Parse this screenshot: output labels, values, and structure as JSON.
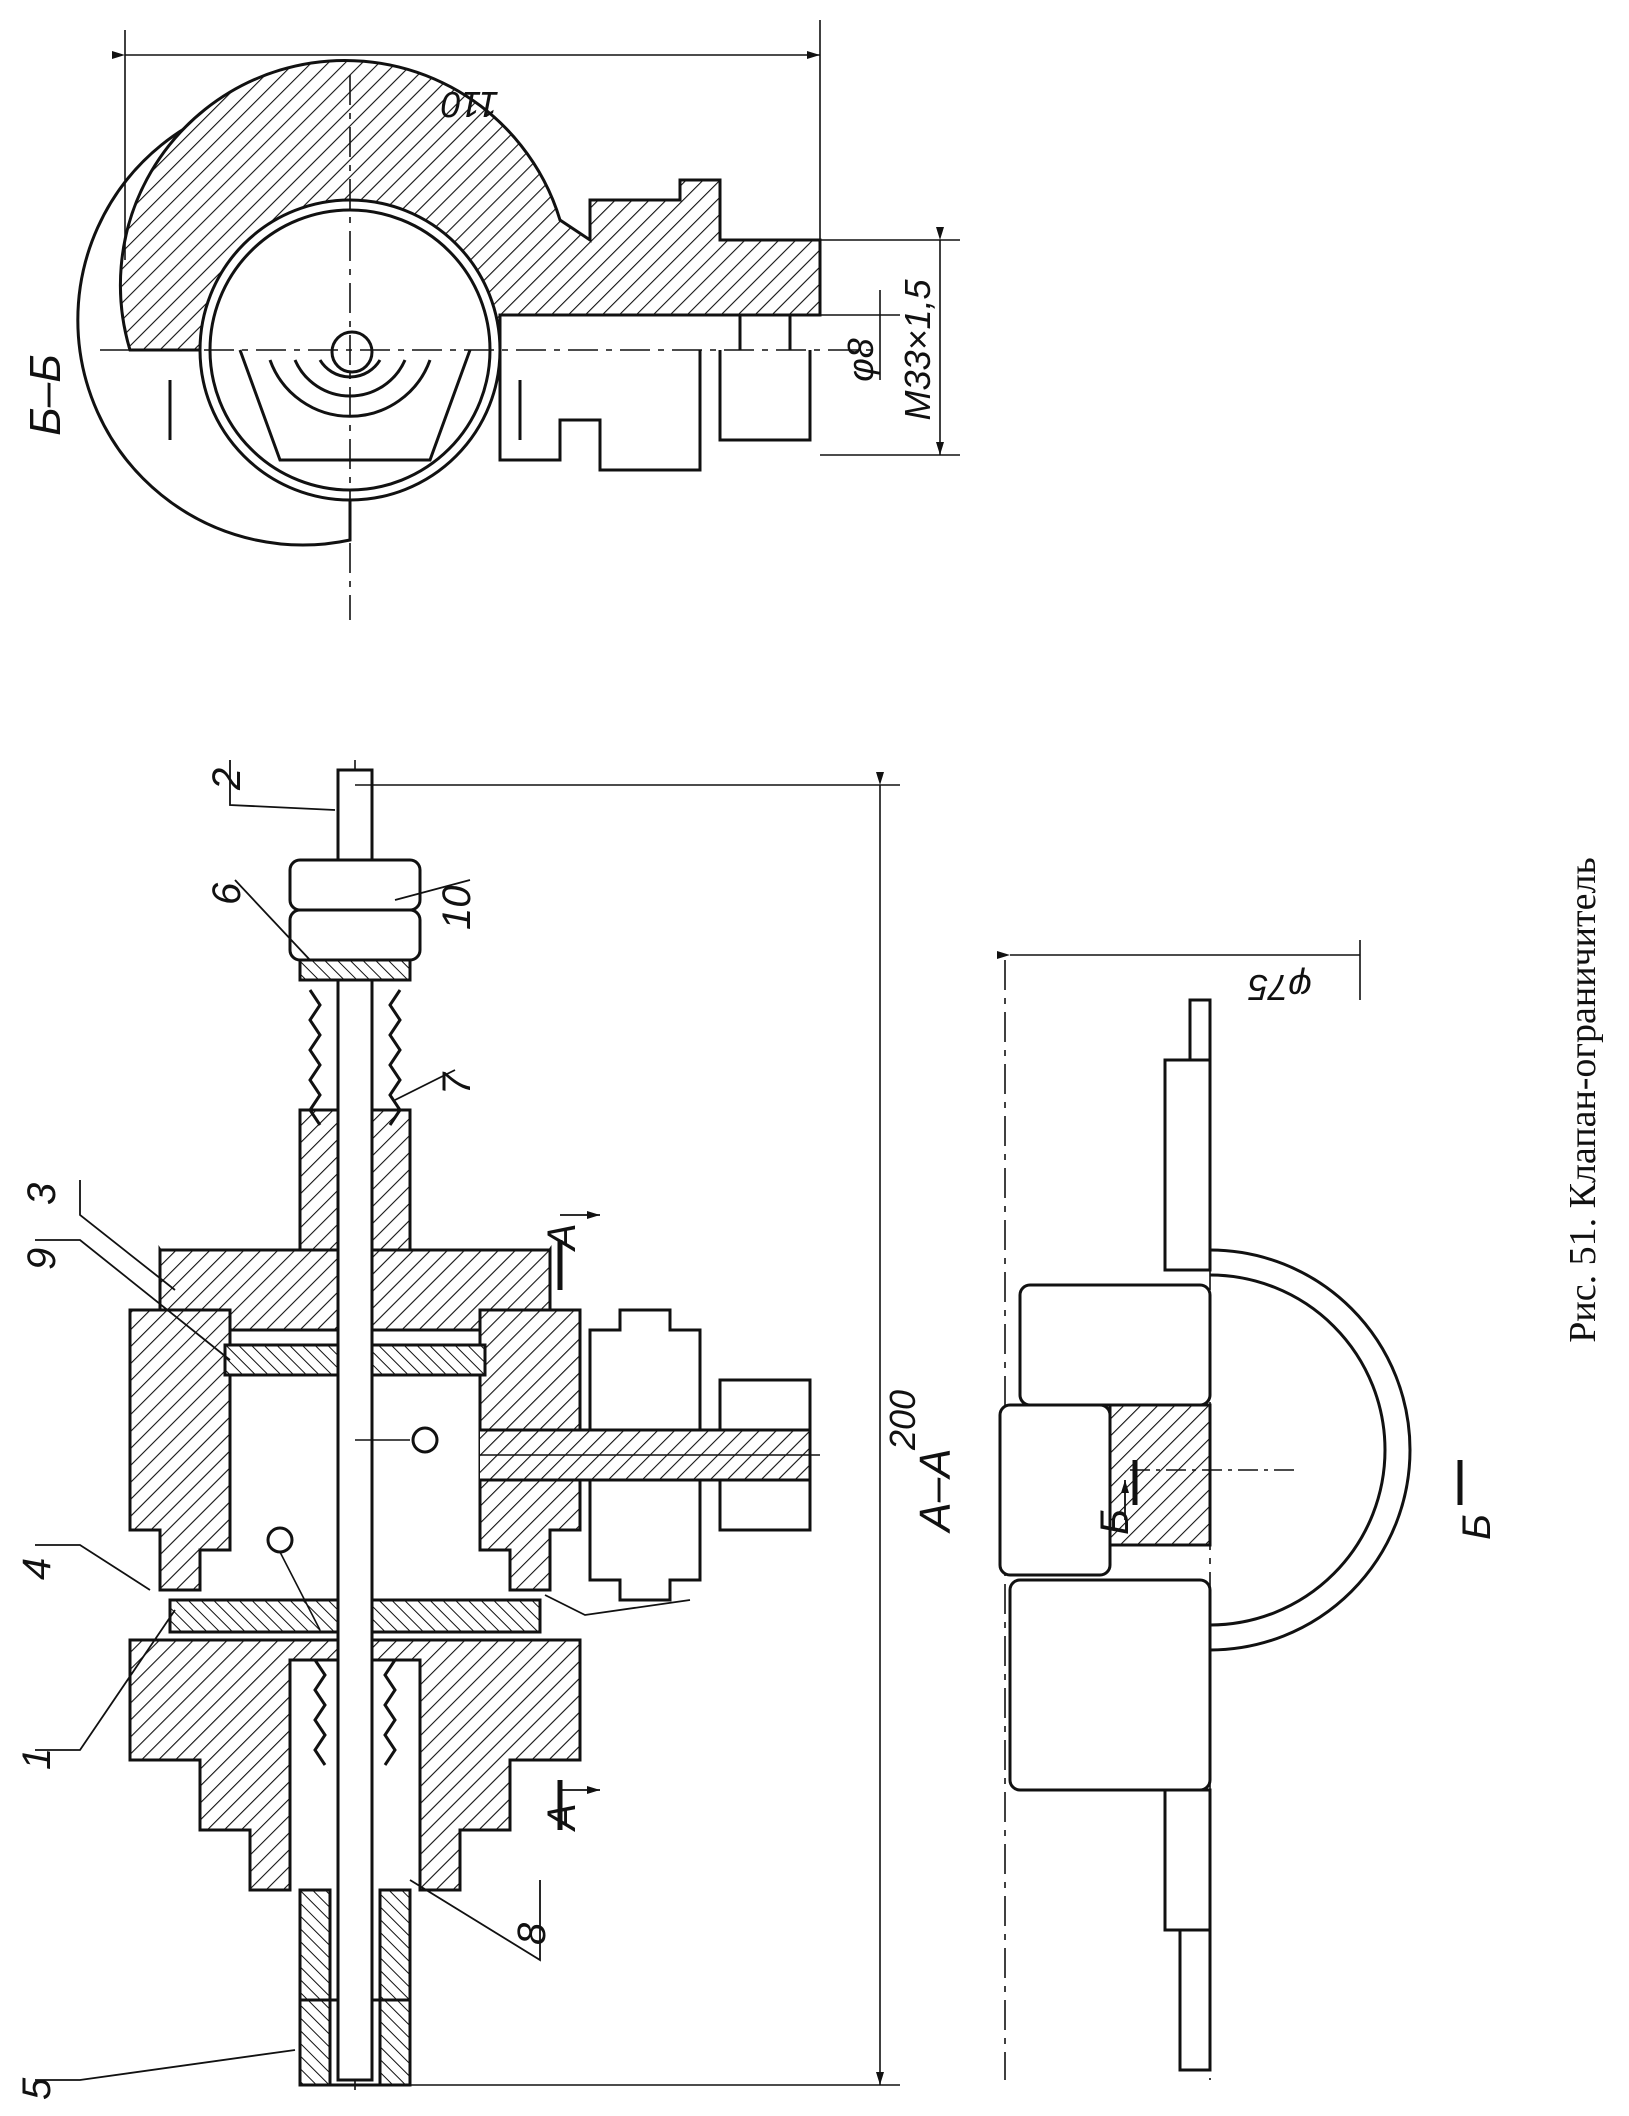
{
  "caption": "Рис. 51. Клапан-ограничитель",
  "views": {
    "section_bb": "Б–Б",
    "view_aa": "А–А"
  },
  "dimensions": {
    "length": "200",
    "width": "110",
    "bore": "φ8",
    "thread": "M33×1,5",
    "diameter": "φ75"
  },
  "part_labels": [
    "1",
    "2",
    "3",
    "4",
    "5",
    "6",
    "7",
    "8",
    "9",
    "10"
  ],
  "section_marks": {
    "a_top": "А",
    "a_bottom": "А",
    "b_left": "Б",
    "b_right": "Б"
  }
}
